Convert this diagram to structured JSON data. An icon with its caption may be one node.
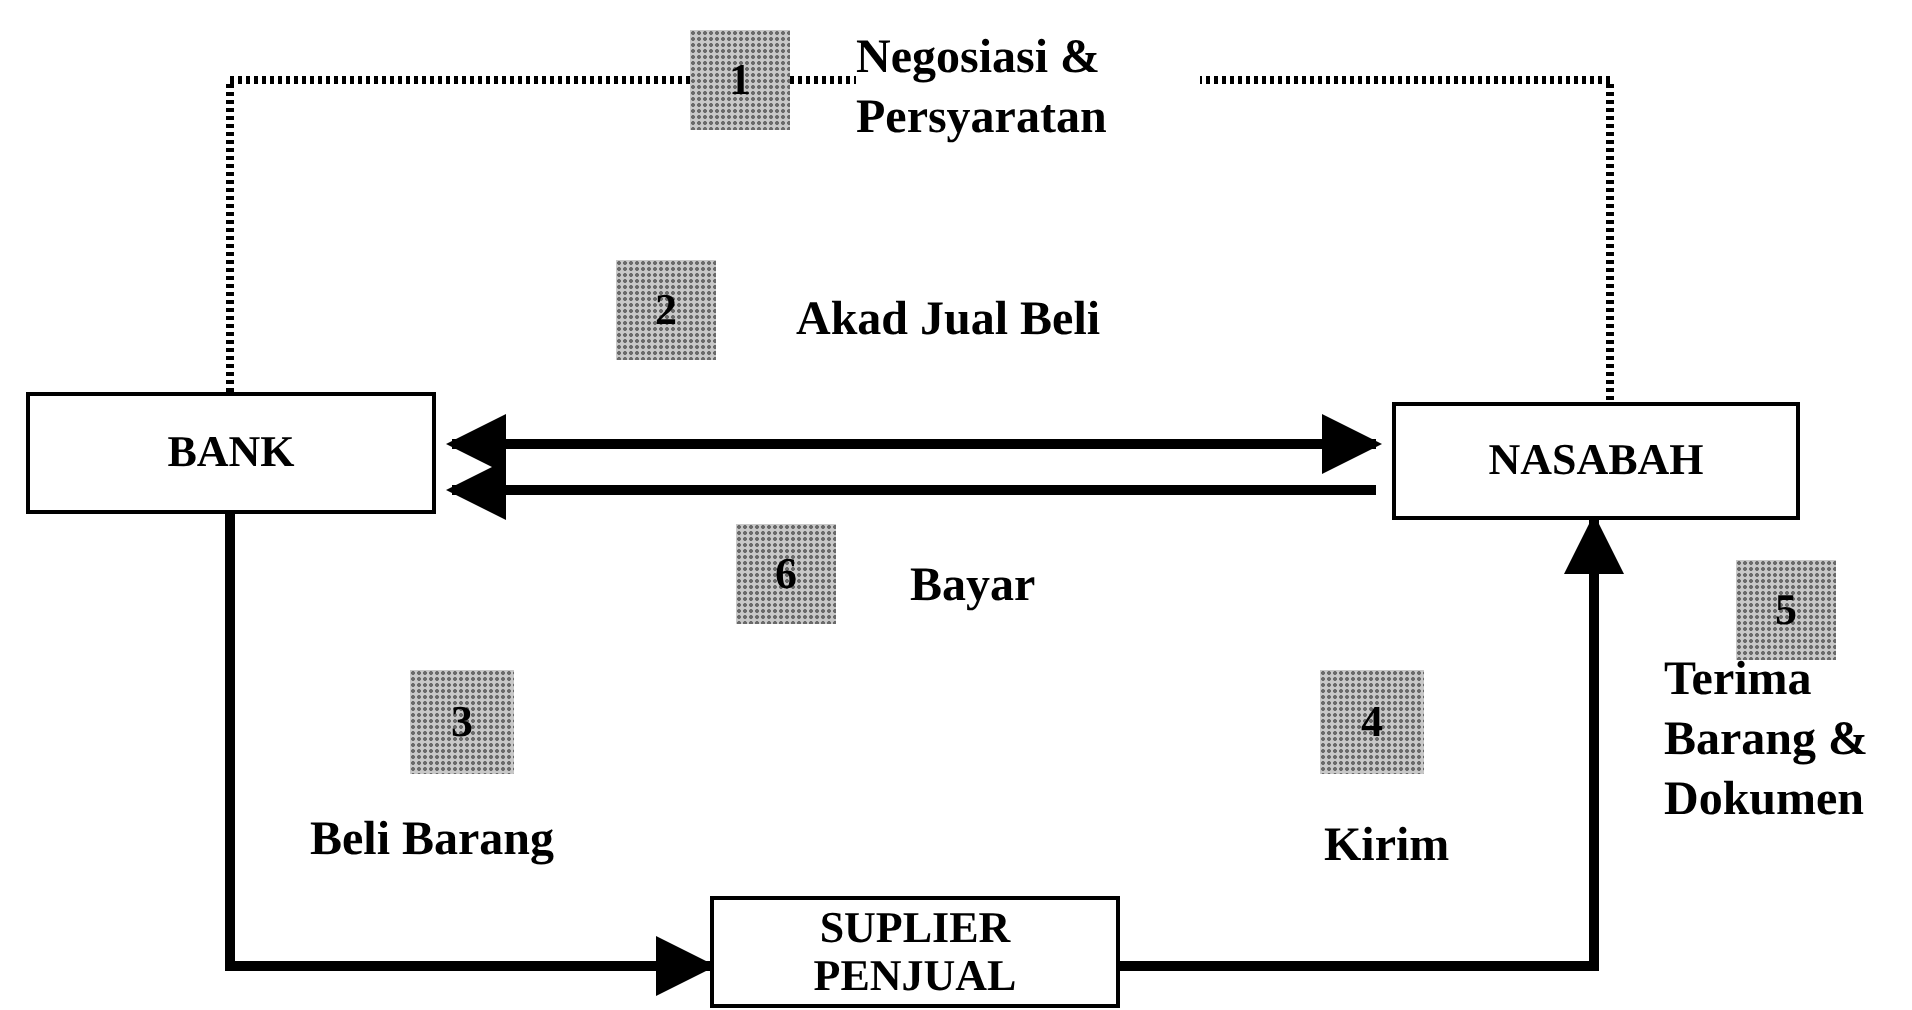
{
  "diagram": {
    "nodes": [
      {
        "text": [
          "BANK"
        ]
      },
      {
        "text": [
          "NASABAH"
        ]
      },
      {
        "text": [
          "SUPLIER PENJUAL"
        ]
      }
    ],
    "edges": [
      {
        "from": 0,
        "to": 1,
        "arrow": "none",
        "style": "dashed",
        "label": "Negosiasi & Persyaratan"
      },
      {
        "from": 0,
        "to": 1,
        "arrow": "both"
      },
      {
        "from": 1,
        "to": 0,
        "arrow": "to"
      },
      {
        "from": 0,
        "to": 2,
        "arrow": "to"
      },
      {
        "from": 2,
        "to": 1,
        "arrow": "to"
      }
    ],
    "labels": [
      "1",
      "2",
      "Akad Jual Beli",
      "6",
      "Bayar",
      "5",
      "Terima Barang & Dokumen",
      "3",
      "Beli Barang",
      "4",
      "Kirim"
    ]
  }
}
